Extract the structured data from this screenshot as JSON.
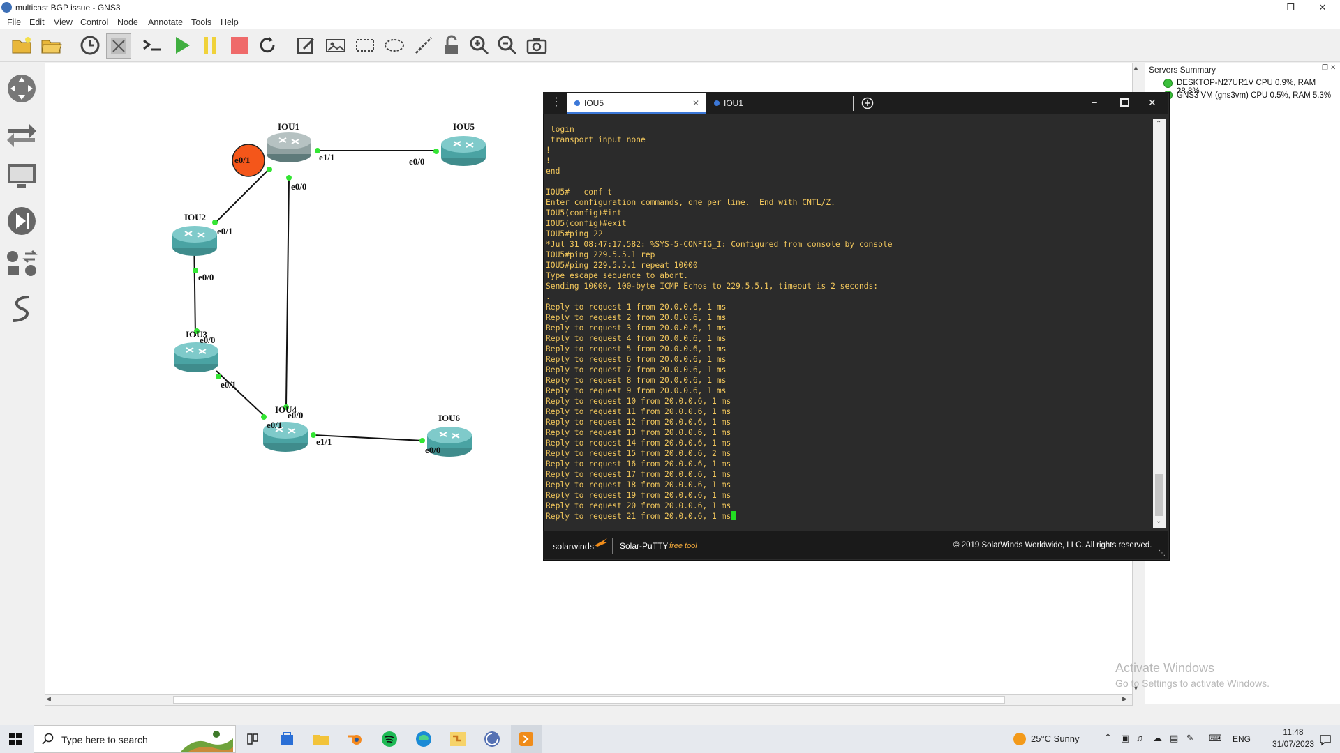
{
  "window": {
    "title": "multicast BGP issue - GNS3"
  },
  "menu": [
    "File",
    "Edit",
    "View",
    "Control",
    "Node",
    "Annotate",
    "Tools",
    "Help"
  ],
  "topology": {
    "nodes": [
      {
        "name": "IOU1"
      },
      {
        "name": "IOU2"
      },
      {
        "name": "IOU3"
      },
      {
        "name": "IOU4"
      },
      {
        "name": "IOU5"
      },
      {
        "name": "IOU6"
      }
    ],
    "port_labels": {
      "iou1_e01": "e0/1",
      "iou1_e11": "e1/1",
      "iou1_e00": "e0/0",
      "iou5_e00": "e0/0",
      "iou2_e01": "e0/1",
      "iou2_e00": "e0/0",
      "iou3_e00": "e0/0",
      "iou3_e01": "e0/1",
      "iou4_e00": "e0/0",
      "iou4_e01": "e0/1",
      "iou4_e11": "e1/1",
      "iou6_e00": "e0/0"
    }
  },
  "terminal": {
    "tabs": [
      {
        "label": "IOU5",
        "active": true
      },
      {
        "label": "IOU1",
        "active": false
      }
    ],
    "lines": [
      " login",
      " transport input none",
      "!",
      "!",
      "end",
      "",
      "IOU5#   conf t",
      "Enter configuration commands, one per line.  End with CNTL/Z.",
      "IOU5(config)#int",
      "IOU5(config)#exit",
      "IOU5#ping 22",
      "*Jul 31 08:47:17.582: %SYS-5-CONFIG_I: Configured from console by console",
      "IOU5#ping 229.5.5.1 rep",
      "IOU5#ping 229.5.5.1 repeat 10000",
      "Type escape sequence to abort.",
      "Sending 10000, 100-byte ICMP Echos to 229.5.5.1, timeout is 2 seconds:",
      ".",
      "Reply to request 1 from 20.0.0.6, 1 ms",
      "Reply to request 2 from 20.0.0.6, 1 ms",
      "Reply to request 3 from 20.0.0.6, 1 ms",
      "Reply to request 4 from 20.0.0.6, 1 ms",
      "Reply to request 5 from 20.0.0.6, 1 ms",
      "Reply to request 6 from 20.0.0.6, 1 ms",
      "Reply to request 7 from 20.0.0.6, 1 ms",
      "Reply to request 8 from 20.0.0.6, 1 ms",
      "Reply to request 9 from 20.0.0.6, 1 ms",
      "Reply to request 10 from 20.0.0.6, 1 ms",
      "Reply to request 11 from 20.0.0.6, 1 ms",
      "Reply to request 12 from 20.0.0.6, 1 ms",
      "Reply to request 13 from 20.0.0.6, 1 ms",
      "Reply to request 14 from 20.0.0.6, 1 ms",
      "Reply to request 15 from 20.0.0.6, 2 ms",
      "Reply to request 16 from 20.0.0.6, 1 ms",
      "Reply to request 17 from 20.0.0.6, 1 ms",
      "Reply to request 18 from 20.0.0.6, 1 ms",
      "Reply to request 19 from 20.0.0.6, 1 ms",
      "Reply to request 20 from 20.0.0.6, 1 ms",
      "Reply to request 21 from 20.0.0.6, 1 ms"
    ],
    "footer": {
      "brand": "solarwinds",
      "product": "Solar-PuTTY",
      "product_tag": "free tool",
      "copyright": "© 2019 SolarWinds Worldwide, LLC. All rights reserved."
    },
    "colors": {
      "text": "#f2c75c",
      "cursor": "#22dd22",
      "background": "#2b2b2b"
    }
  },
  "servers_summary": {
    "title": "Servers Summary",
    "servers": [
      "DESKTOP-N27UR1V CPU 0.9%, RAM 28.8%",
      "GNS3 VM (gns3vm) CPU 0.5%, RAM 5.3%"
    ]
  },
  "watermark": {
    "line1": "Activate Windows",
    "line2": "Go to Settings to activate Windows."
  },
  "taskbar": {
    "search_placeholder": "Type here to search",
    "weather": "25°C  Sunny",
    "language": "ENG",
    "time": "11:48",
    "date": "31/07/2023"
  }
}
